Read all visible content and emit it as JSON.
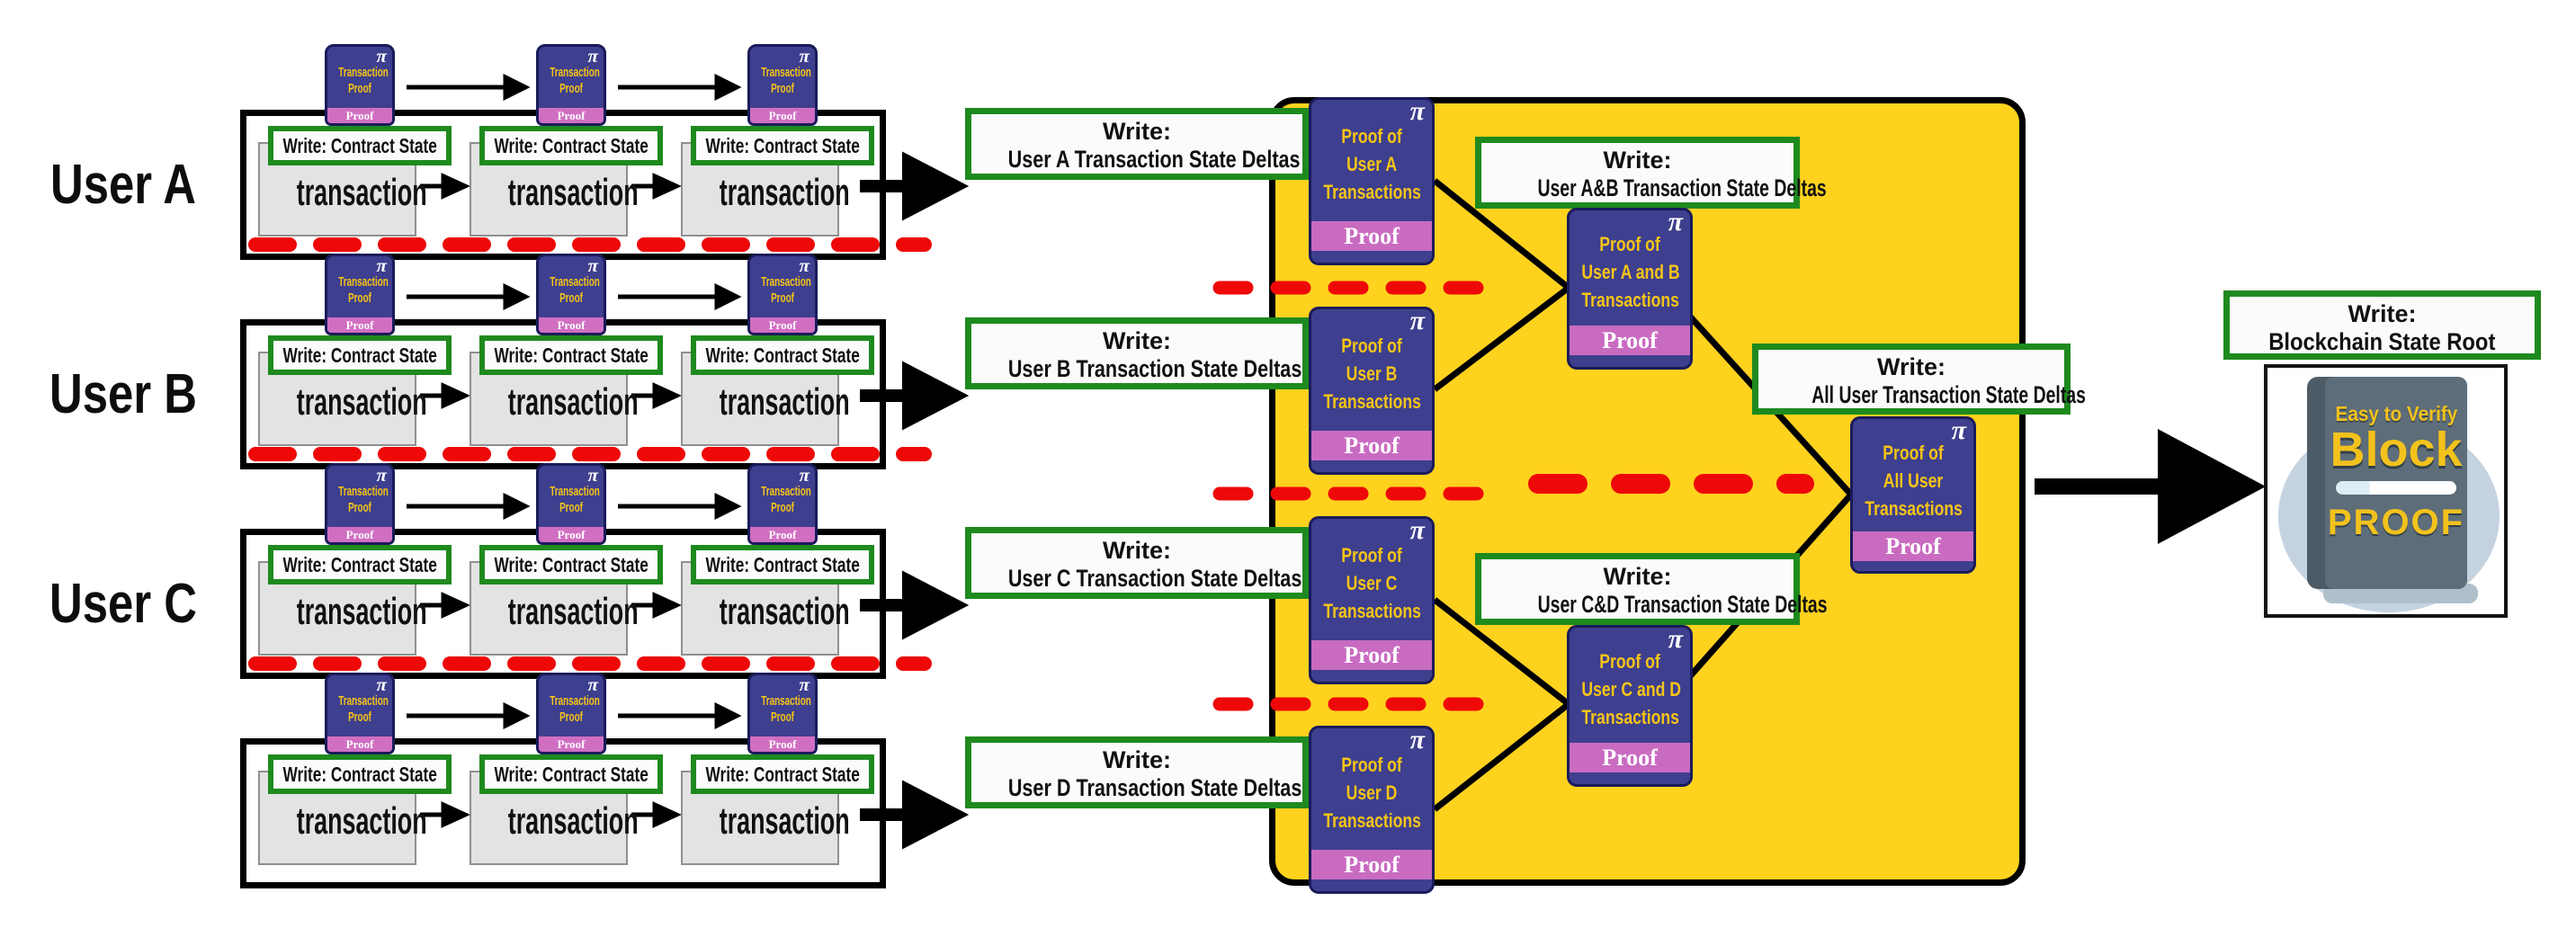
{
  "users": [
    {
      "label": "User A",
      "write": [
        "Write:",
        "User A Transaction State Deltas"
      ],
      "proof": [
        "Proof of",
        "User A",
        "Transactions"
      ]
    },
    {
      "label": "User B",
      "write": [
        "Write:",
        "User B Transaction State Deltas"
      ],
      "proof": [
        "Proof of",
        "User B",
        "Transactions"
      ]
    },
    {
      "label": "User C",
      "write": [
        "Write:",
        "User C Transaction State Deltas"
      ],
      "proof": [
        "Proof of",
        "User C",
        "Transactions"
      ]
    },
    {
      "label": "",
      "write": [
        "Write:",
        "User D Transaction State Deltas"
      ],
      "proof": [
        "Proof of",
        "User D",
        "Transactions"
      ]
    }
  ],
  "transaction": {
    "box_label": "transaction",
    "state_label": "Write: Contract State",
    "tab": {
      "line1": "Transaction",
      "line2": "Proof",
      "band": "Proof",
      "pi": "π"
    }
  },
  "aggregate": [
    {
      "write": [
        "Write:",
        "User A&B Transaction State Deltas"
      ],
      "proof": [
        "Proof of",
        "User A and B",
        "Transactions"
      ]
    },
    {
      "write": [
        "Write:",
        "User C&D Transaction State Deltas"
      ],
      "proof": [
        "Proof of",
        "User C and D",
        "Transactions"
      ]
    }
  ],
  "all_users": {
    "write": [
      "Write:",
      "All User Transaction State Deltas"
    ],
    "proof": [
      "Proof of",
      "All User",
      "Transactions"
    ]
  },
  "blockchain": {
    "write": [
      "Write:",
      "Blockchain State Root"
    ],
    "badge": {
      "top": "Easy to Verify",
      "middle": "Block",
      "bottom": "PROOF"
    }
  },
  "proof_band_label": "Proof",
  "pi_symbol": "π",
  "colors": {
    "aggregation_bg": "#FFD21E",
    "proof_box": "#3E3F8E",
    "proof_box_border": "#1A1B5A",
    "proof_text": "#F5C417",
    "proof_band": "#C96BC1",
    "write_border": "#1E8A1E",
    "lane_divider_red": "#EE0808",
    "transaction_gray": "#E3E3E3",
    "book_slate": "#5D6D79",
    "book_circle": "#C4D3DF"
  }
}
